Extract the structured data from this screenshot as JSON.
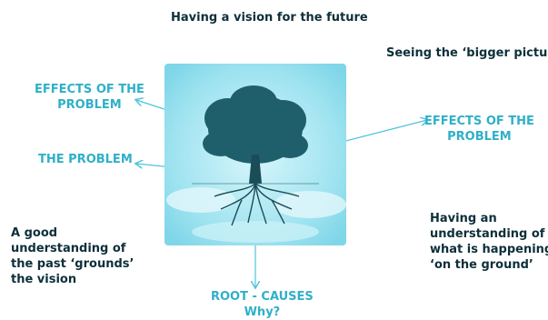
{
  "texts": {
    "title": "Having a vision for the future",
    "bigger_picture": "Seeing the ‘bigger picture’",
    "effects_left_1": "EFFECTS OF THE",
    "effects_left_2": "PROBLEM",
    "effects_right_1": "EFFECTS OF THE",
    "effects_right_2": "PROBLEM",
    "problem": "THE PROBLEM",
    "left_note_1": "A good",
    "left_note_2": "understanding of",
    "left_note_3": "the past ‘grounds’",
    "left_note_4": "the vision",
    "right_note_1": "Having an",
    "right_note_2": "understanding of",
    "right_note_3": "what is happening",
    "right_note_4": "‘on the ground’",
    "root_causes": "ROOT  - CAUSES",
    "why": "Why?"
  },
  "colors": {
    "dark_text": "#0d2f3a",
    "cyan_text": "#2fb0c8",
    "panel": "#9fe3f0",
    "tree": "#1f5f6b",
    "arrow": "#4cc3d9"
  },
  "icons": {
    "image": "tree-with-roots-image"
  }
}
